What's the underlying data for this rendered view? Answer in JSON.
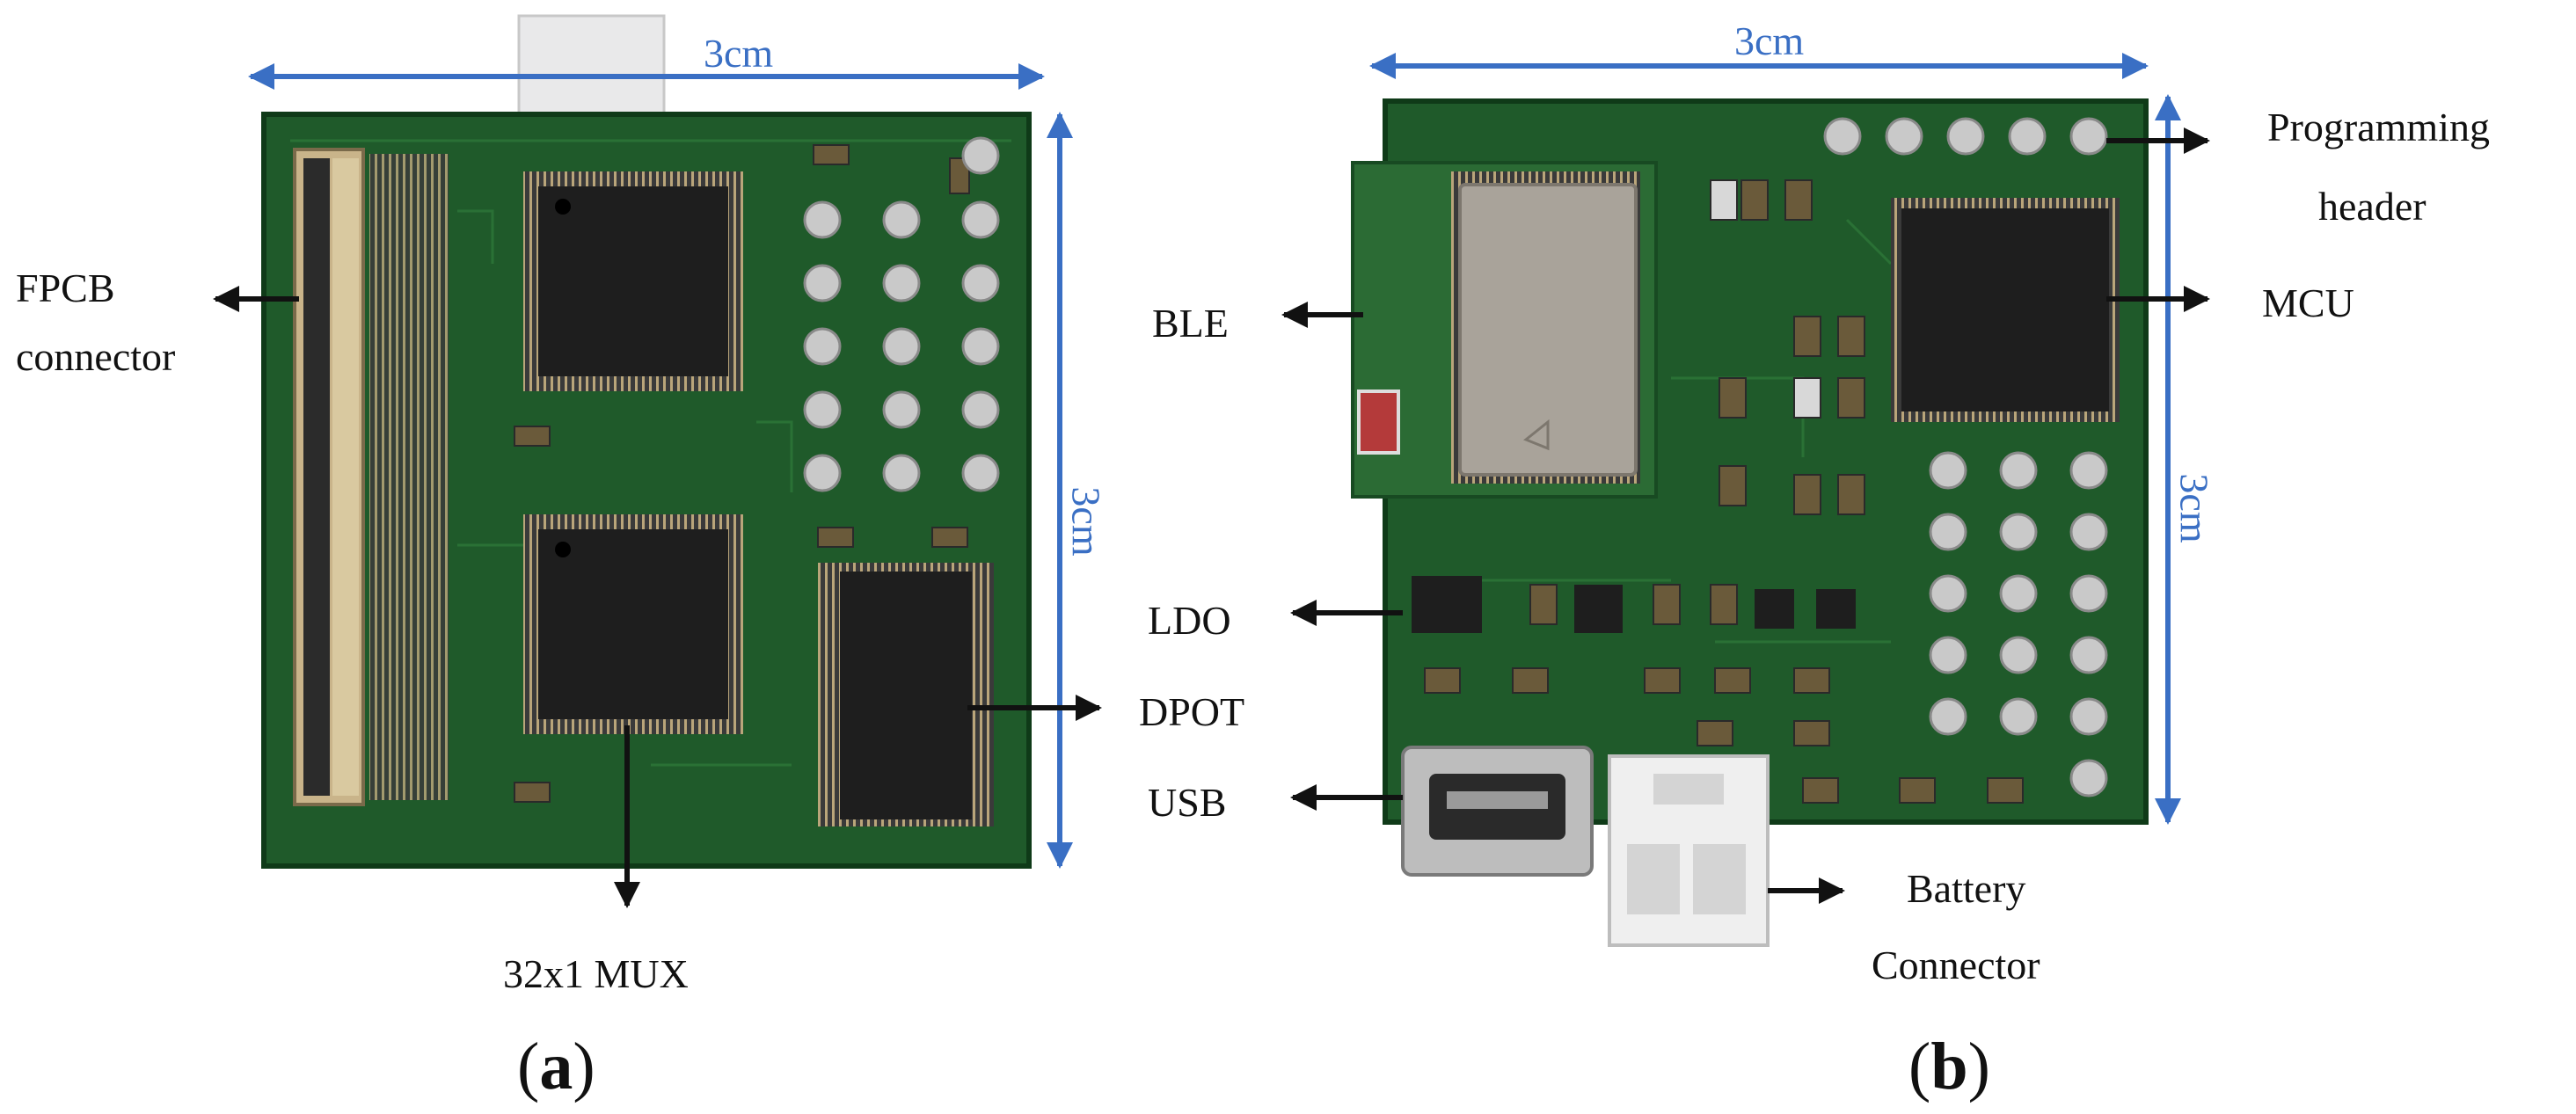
{
  "colors": {
    "pcb_green": "#1f5a2a",
    "pcb_dark": "#123d1c",
    "chip_black": "#1e1e1e",
    "pad_silver": "#c9c9c9",
    "dimension_blue": "#3a6fc4",
    "arrow_black": "#111111"
  },
  "panel_a": {
    "letter": "a",
    "width_label": "3cm",
    "height_label": "3cm",
    "labels": {
      "fpcb_line1": "FPCB",
      "fpcb_line2": "connector",
      "mux": "32x1 MUX",
      "dpot": "DPOT"
    }
  },
  "panel_b": {
    "letter": "b",
    "width_label": "3cm",
    "height_label": "3cm",
    "labels": {
      "prog_line1": "Programming",
      "prog_line2": "header",
      "mcu": "MCU",
      "ble": "BLE",
      "ldo": "LDO",
      "usb": "USB",
      "battery_line1": "Battery",
      "battery_line2": "Connector"
    }
  }
}
